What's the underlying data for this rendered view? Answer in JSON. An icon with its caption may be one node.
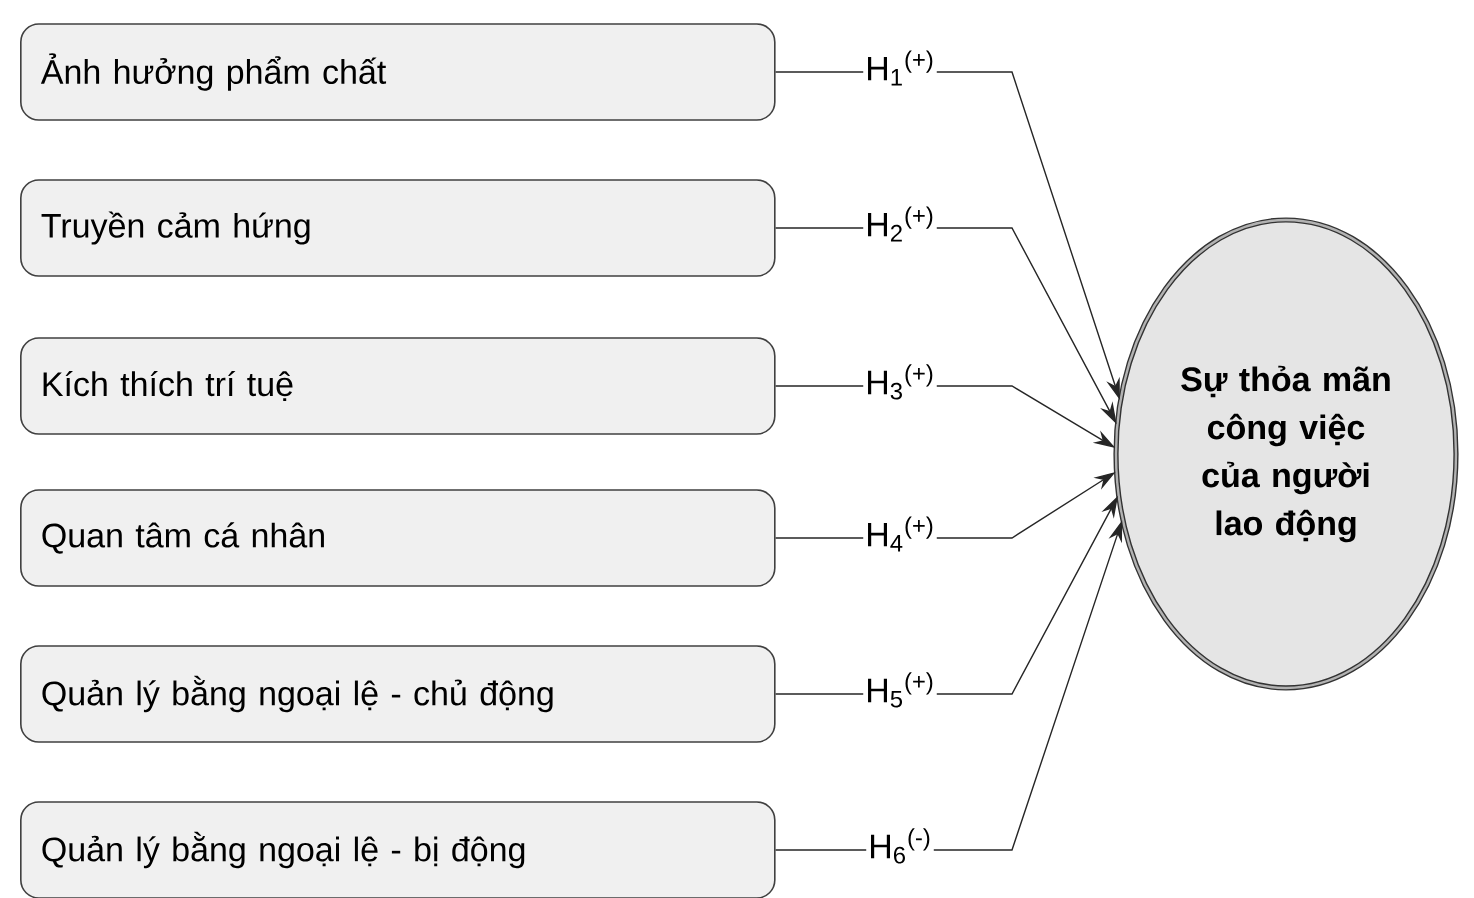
{
  "diagram": {
    "nodes": [
      {
        "text": [
          "Ảnh hưởng phẩm chất"
        ]
      },
      {
        "text": [
          "Truyền cảm hứng"
        ]
      },
      {
        "text": [
          "Kích thích trí tuệ"
        ]
      },
      {
        "text": [
          "Quan tâm cá nhân"
        ]
      },
      {
        "text": [
          "Quản lý bằng ngoại lệ - chủ động"
        ]
      },
      {
        "text": [
          "Quản lý bằng ngoại lệ - bị động"
        ]
      },
      {
        "text": [
          "Sự thỏa mãn công việc của người lao động"
        ]
      }
    ],
    "edges": [
      {
        "from": 0,
        "to": 6,
        "arrow": "to",
        "label": "H$_{1}$$^{(+)}$"
      },
      {
        "from": 1,
        "to": 6,
        "arrow": "to",
        "label": "H$_{2}$$^{(+)}$"
      },
      {
        "from": 2,
        "to": 6,
        "arrow": "to",
        "label": "H$_{3}$$^{(+)}$"
      },
      {
        "from": 3,
        "to": 6,
        "arrow": "to",
        "label": "H$_{4}$$^{(+)}$"
      },
      {
        "from": 4,
        "to": 6,
        "arrow": "to",
        "label": "H$_{5}$$^{(+)}$"
      },
      {
        "from": 5,
        "to": 6,
        "arrow": "to",
        "label": "H$_{6}$$^{(-)}$"
      }
    ]
  }
}
